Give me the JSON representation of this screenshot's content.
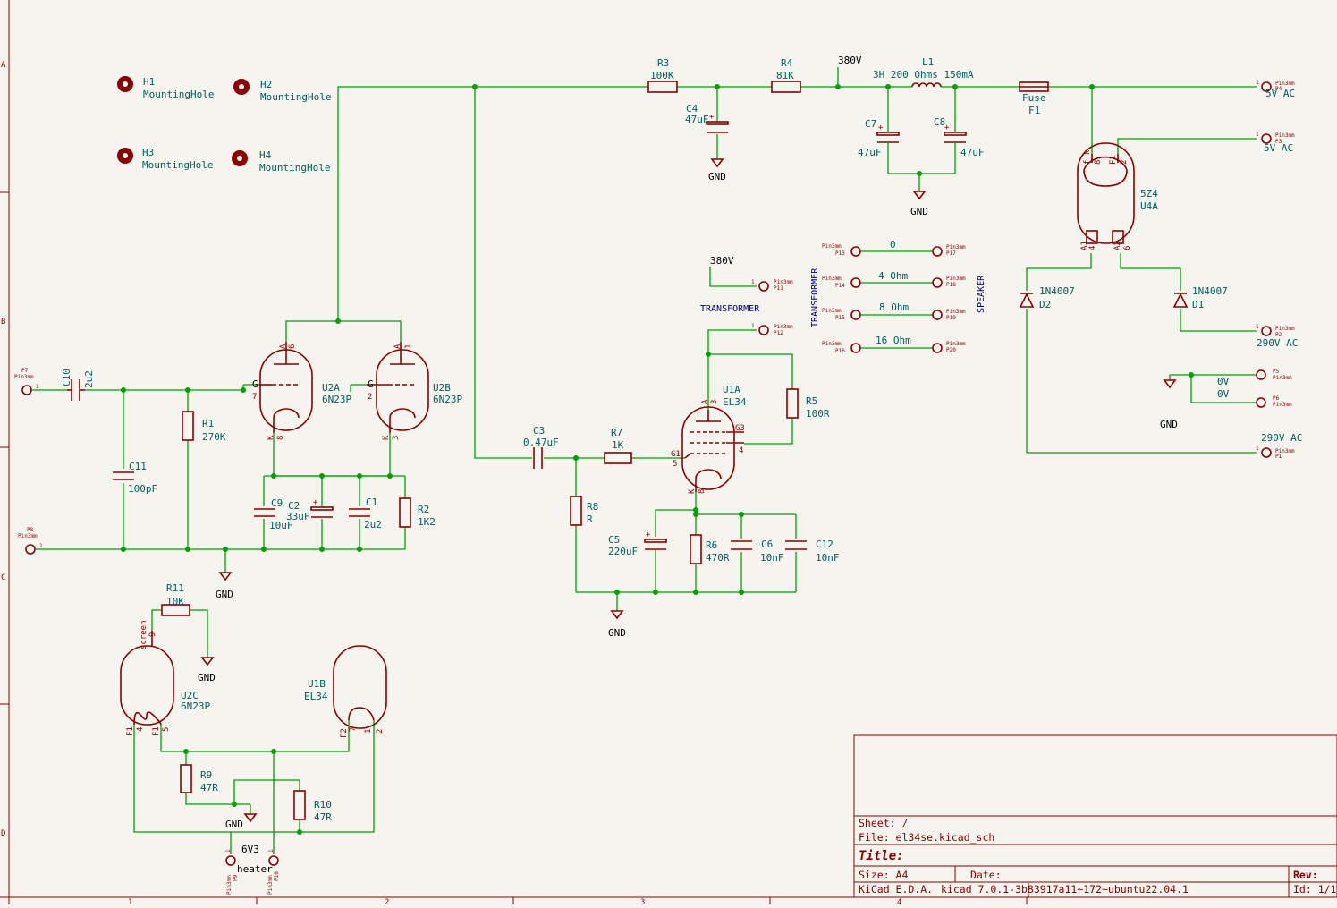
{
  "frame": {
    "rows": [
      "A",
      "B",
      "C",
      "D"
    ],
    "cols": [
      "1",
      "2",
      "3",
      "4"
    ]
  },
  "holes": [
    {
      "ref": "H1",
      "val": "MountingHole"
    },
    {
      "ref": "H2",
      "val": "MountingHole"
    },
    {
      "ref": "H3",
      "val": "MountingHole"
    },
    {
      "ref": "H4",
      "val": "MountingHole"
    }
  ],
  "parts": {
    "r1": {
      "ref": "R1",
      "val": "270K"
    },
    "r2": {
      "ref": "R2",
      "val": "1K2"
    },
    "r3": {
      "ref": "R3",
      "val": "100K"
    },
    "r4": {
      "ref": "R4",
      "val": "81K"
    },
    "r5": {
      "ref": "R5",
      "val": "100R"
    },
    "r6": {
      "ref": "R6",
      "val": "470R"
    },
    "r7": {
      "ref": "R7",
      "val": "1K"
    },
    "r8": {
      "ref": "R8",
      "val": "R"
    },
    "r9": {
      "ref": "R9",
      "val": "47R"
    },
    "r10": {
      "ref": "R10",
      "val": "47R"
    },
    "r11": {
      "ref": "R11",
      "val": "10K"
    },
    "c1": {
      "ref": "C1",
      "val": "2u2"
    },
    "c2": {
      "ref": "C2",
      "val": "33uF"
    },
    "c3": {
      "ref": "C3",
      "val": "0.47uF"
    },
    "c4": {
      "ref": "C4",
      "val": "47uF"
    },
    "c5": {
      "ref": "C5",
      "val": "220uF"
    },
    "c6": {
      "ref": "C6",
      "val": "10nF"
    },
    "c7": {
      "ref": "C7",
      "val": "47uF"
    },
    "c8": {
      "ref": "C8",
      "val": "47uF"
    },
    "c9": {
      "ref": "C9",
      "val": "10uF"
    },
    "c10": {
      "ref": "C10",
      "val": "2u2"
    },
    "c11": {
      "ref": "C11",
      "val": "100pF"
    },
    "c12": {
      "ref": "C12",
      "val": "10nF"
    },
    "l1": {
      "ref": "L1",
      "val": "3H 200 Ohms 150mA"
    },
    "f1": {
      "ref": "F1",
      "val": "Fuse"
    },
    "d1": {
      "ref": "D1",
      "val": "1N4007"
    },
    "d2": {
      "ref": "D2",
      "val": "1N4007"
    },
    "u2a": {
      "ref": "U2A",
      "val": "6N23P"
    },
    "u2b": {
      "ref": "U2B",
      "val": "6N23P"
    },
    "u2c": {
      "ref": "U2C",
      "val": "6N23P"
    },
    "u1a": {
      "ref": "U1A",
      "val": "EL34"
    },
    "u1b": {
      "ref": "U1B",
      "val": "EL34"
    },
    "u4a": {
      "ref": "U4A",
      "val": "5Z4"
    }
  },
  "connectors": {
    "fp": "Pin3mm",
    "p1": "P1",
    "p2": "P2",
    "p3": "P3",
    "p4": "P4",
    "p5": "P5",
    "p6": "P6",
    "p7": "P7",
    "p8": "P8",
    "p9": "P9",
    "p10": "P10",
    "p11": "P11",
    "p12": "P12",
    "p13": "P13",
    "p14": "P14",
    "p15": "P15",
    "p16": "P16",
    "p17": "P17",
    "p18": "P18",
    "p19": "P19",
    "p20": "P20"
  },
  "nets": {
    "gnd": "GND",
    "v380": "380V",
    "v5ac": "5V AC",
    "v290ac": "290V AC",
    "v0": "0V",
    "o0": "0",
    "o4": "4 Ohm",
    "o8": "8 Ohm",
    "o16": "16 Ohm",
    "transformer": "TRANSFORMER",
    "speaker": "SPEAKER",
    "v6v3": "6V3",
    "heater": "heater",
    "screen": "screen"
  },
  "pins": {
    "a": "A",
    "k": "K",
    "g": "G",
    "g1": "G1",
    "g3": "G3",
    "f1": "F1",
    "f2": "F2",
    "fk": "f k",
    "a1": "A1",
    "a2": "A2",
    "one": "1",
    "two": "2",
    "n1": "1",
    "n2": "2",
    "n3": "3",
    "n4": "4",
    "n5": "5",
    "n6": "6",
    "n7": "7",
    "n8": "8",
    "n9": "9"
  },
  "titleblock": {
    "sheet": "Sheet: /",
    "file": "File: el34se.kicad_sch",
    "title": "Title:",
    "size": "Size: A4",
    "date": "Date:",
    "rev": "Rev:",
    "kicad": "KiCad E.D.A.",
    "version": "kicad 7.0.1-3b83917a11~172~ubuntu22.04.1",
    "id": "Id: 1/1"
  },
  "colors": {
    "wire": "#00a000",
    "component": "#8b0000",
    "label": "#006060",
    "paper": "#f5f4ef"
  }
}
